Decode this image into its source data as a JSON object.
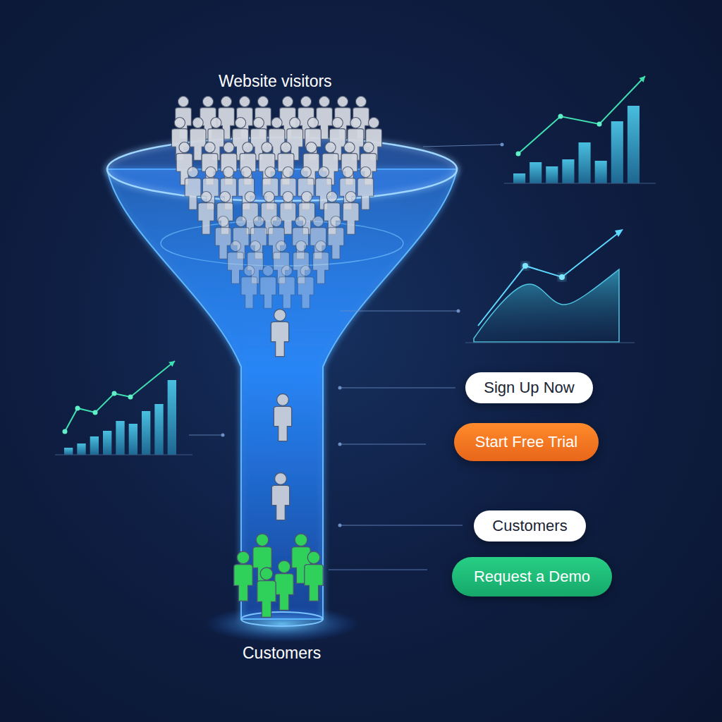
{
  "diagram": {
    "nodes": [
      {
        "text": [
          "Sign Up Now"
        ]
      },
      {
        "text": [
          "Start Free Trial"
        ]
      },
      {
        "text": [
          "Customers"
        ]
      },
      {
        "text": [
          "Request a Demo"
        ]
      }
    ],
    "labels": [
      "Website visitors",
      "Customers"
    ]
  }
}
